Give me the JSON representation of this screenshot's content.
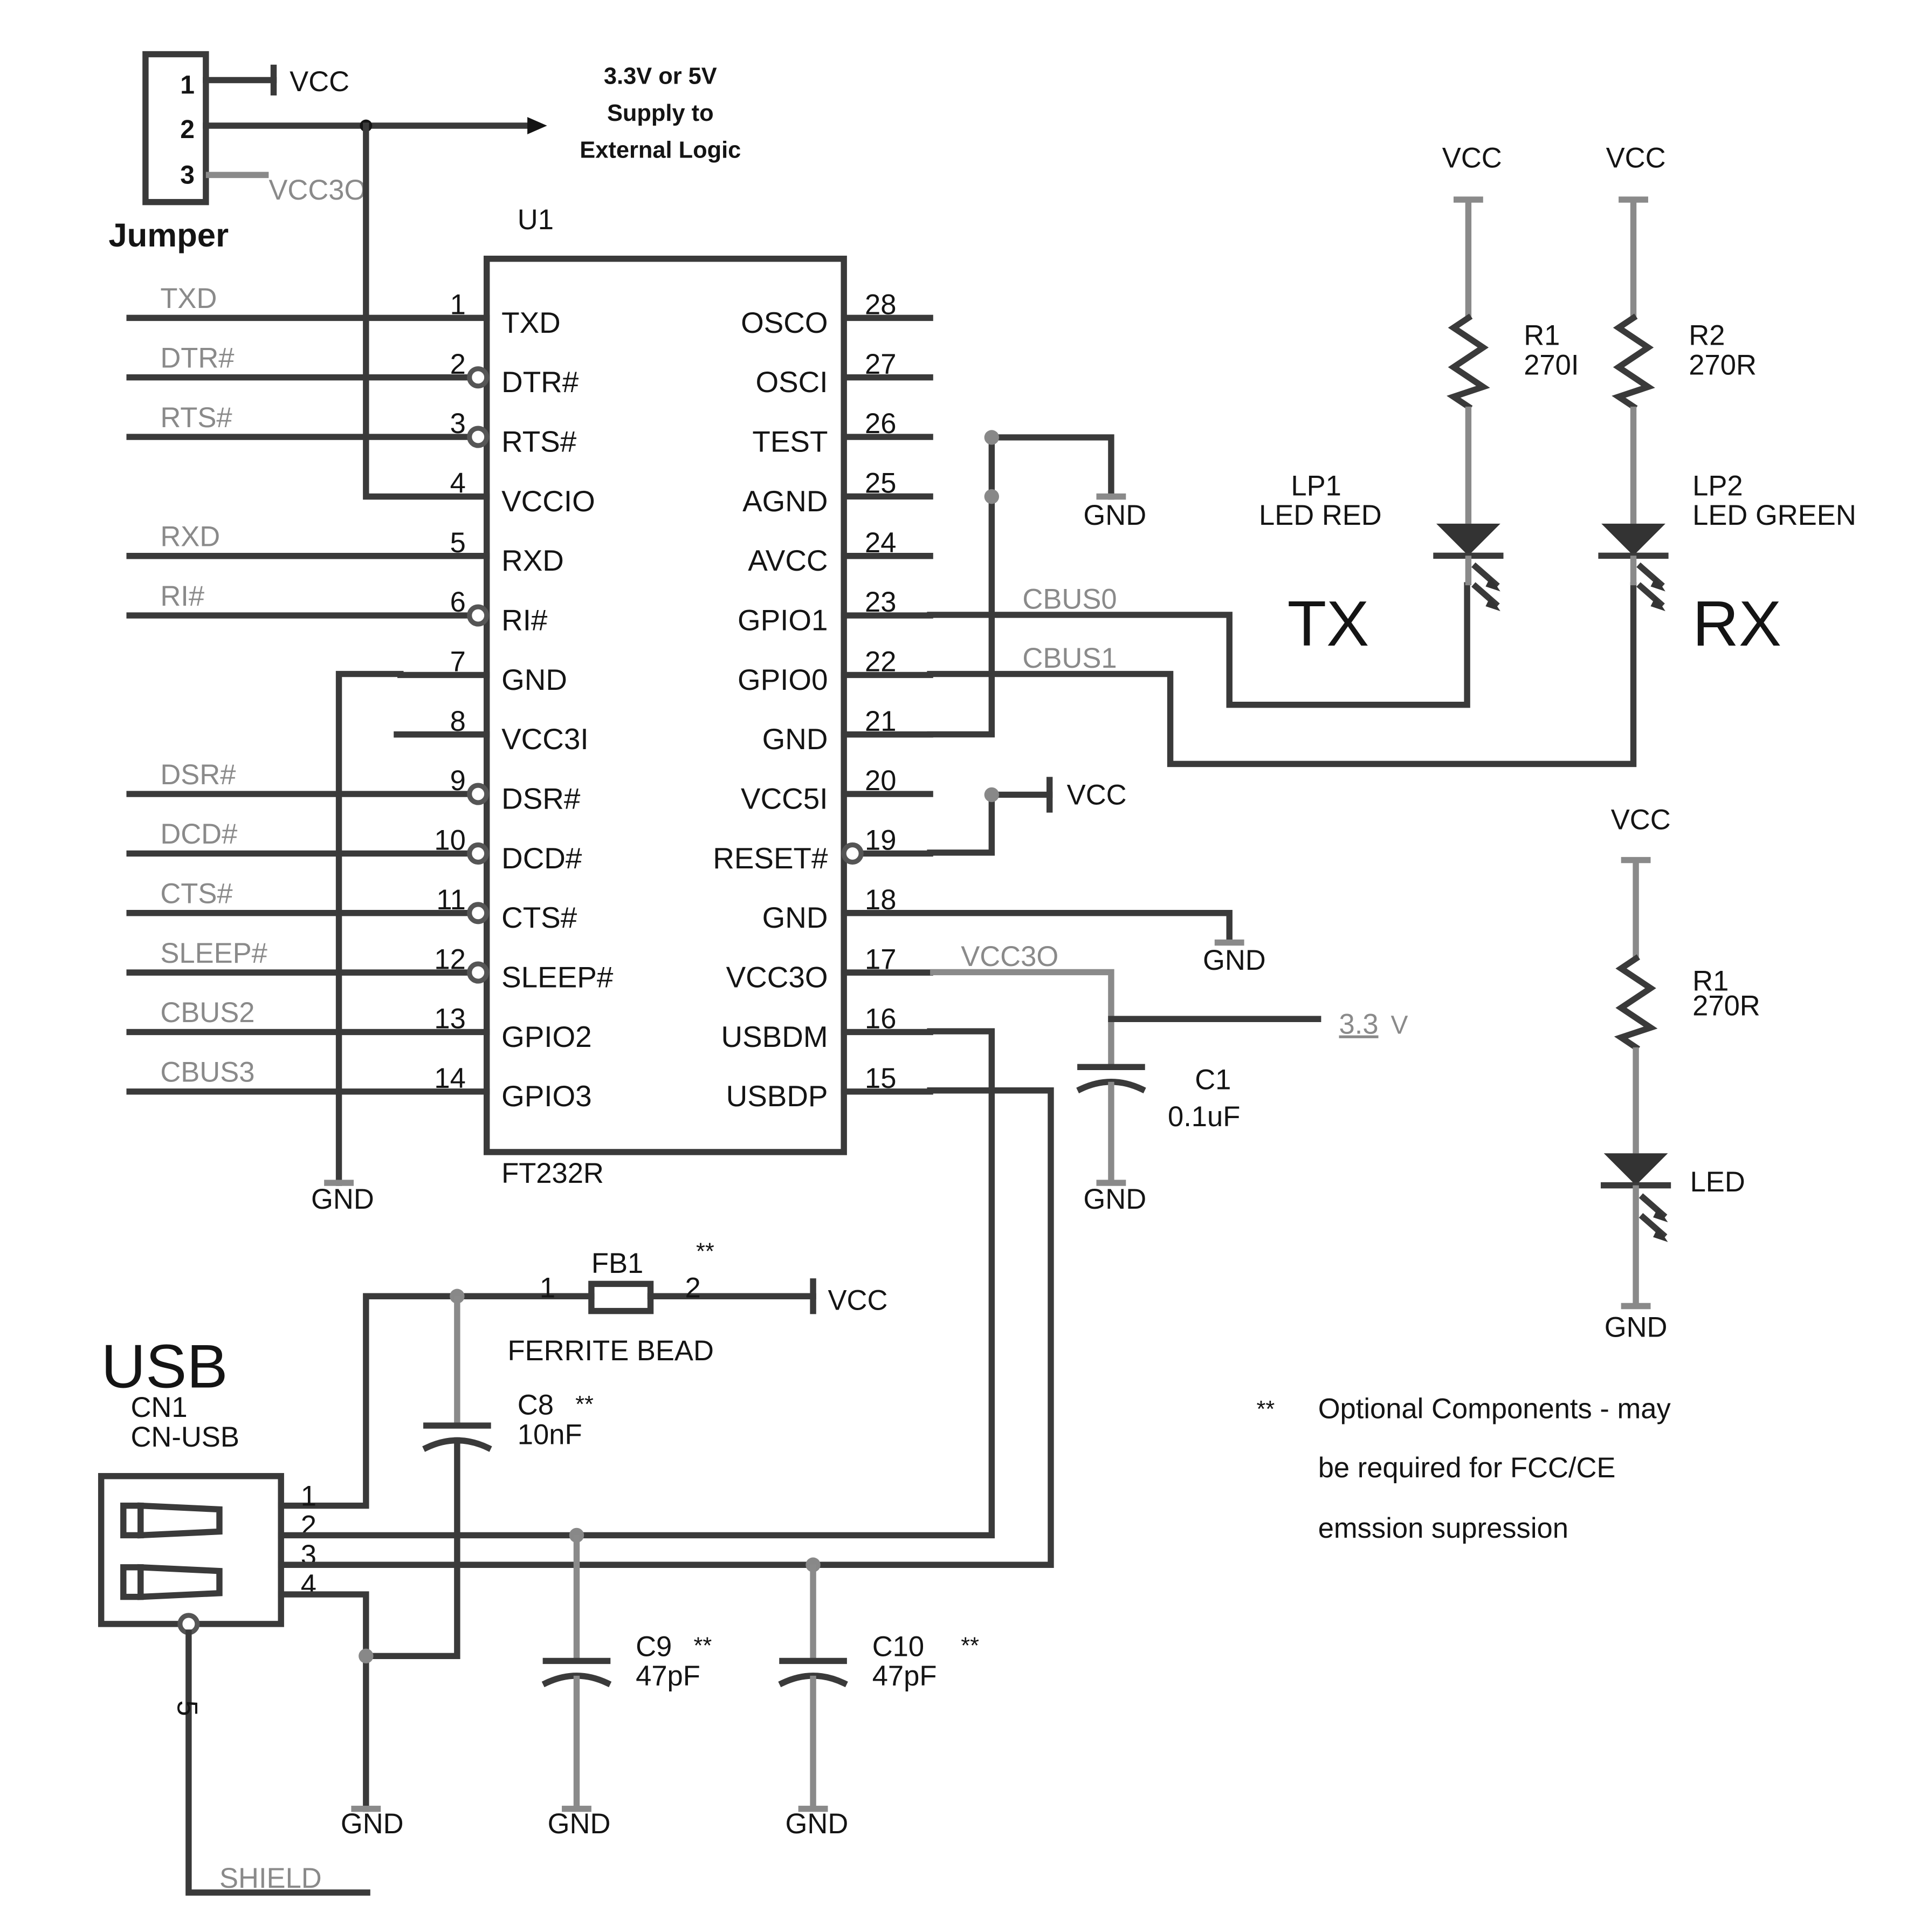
{
  "jumper": {
    "title": "Jumper",
    "pins": [
      "1",
      "2",
      "3"
    ],
    "vcc_label": "VCC",
    "vcc3o_label": "VCC3O",
    "supply_note": [
      "3.3V or 5V",
      "Supply to",
      "External Logic"
    ]
  },
  "ic": {
    "ref": "U1",
    "part": "FT232R",
    "left_pins": [
      {
        "num": "1",
        "name": "TXD",
        "net": "TXD",
        "inverted": false
      },
      {
        "num": "2",
        "name": "DTR#",
        "net": "DTR#",
        "inverted": true
      },
      {
        "num": "3",
        "name": "RTS#",
        "net": "RTS#",
        "inverted": true
      },
      {
        "num": "4",
        "name": "VCCIO",
        "net": "",
        "inverted": false
      },
      {
        "num": "5",
        "name": "RXD",
        "net": "RXD",
        "inverted": false
      },
      {
        "num": "6",
        "name": "RI#",
        "net": "RI#",
        "inverted": true
      },
      {
        "num": "7",
        "name": "GND",
        "net": "",
        "inverted": false
      },
      {
        "num": "8",
        "name": "VCC3I",
        "net": "",
        "inverted": false
      },
      {
        "num": "9",
        "name": "DSR#",
        "net": "DSR#",
        "inverted": true
      },
      {
        "num": "10",
        "name": "DCD#",
        "net": "DCD#",
        "inverted": true
      },
      {
        "num": "11",
        "name": "CTS#",
        "net": "CTS#",
        "inverted": true
      },
      {
        "num": "12",
        "name": "SLEEP#",
        "net": "SLEEP#",
        "inverted": true
      },
      {
        "num": "13",
        "name": "GPIO2",
        "net": "CBUS2",
        "inverted": false
      },
      {
        "num": "14",
        "name": "GPIO3",
        "net": "CBUS3",
        "inverted": false
      }
    ],
    "right_pins": [
      {
        "num": "28",
        "name": "OSCO",
        "inverted": false
      },
      {
        "num": "27",
        "name": "OSCI",
        "inverted": false
      },
      {
        "num": "26",
        "name": "TEST",
        "inverted": false
      },
      {
        "num": "25",
        "name": "AGND",
        "inverted": false
      },
      {
        "num": "24",
        "name": "AVCC",
        "inverted": false
      },
      {
        "num": "23",
        "name": "GPIO1",
        "inverted": false
      },
      {
        "num": "22",
        "name": "GPIO0",
        "inverted": false
      },
      {
        "num": "21",
        "name": "GND",
        "inverted": false
      },
      {
        "num": "20",
        "name": "VCC5I",
        "inverted": false
      },
      {
        "num": "19",
        "name": "RESET#",
        "inverted": true
      },
      {
        "num": "18",
        "name": "GND",
        "inverted": false
      },
      {
        "num": "17",
        "name": "VCC3O",
        "inverted": false
      },
      {
        "num": "16",
        "name": "USBDM",
        "inverted": false
      },
      {
        "num": "15",
        "name": "USBDP",
        "inverted": false
      }
    ]
  },
  "nets": {
    "cbus0": "CBUS0",
    "cbus1": "CBUS1",
    "vcc3o": "VCC3O",
    "v33_num": "3.3",
    "v33_unit": "V",
    "shield": "SHIELD"
  },
  "labels": {
    "vcc": "VCC",
    "gnd": "GND"
  },
  "leds": {
    "tx": {
      "ref": "LP1",
      "desc": "LED RED",
      "r_ref": "R1",
      "r_val": "270I",
      "big": "TX"
    },
    "rx": {
      "ref": "LP2",
      "desc": "LED GREEN",
      "r_ref": "R2",
      "r_val": "270R",
      "big": "RX"
    },
    "third": {
      "r_ref": "R1",
      "r_val": "270R",
      "label": "LED"
    }
  },
  "caps": {
    "c1": {
      "ref": "C1",
      "val": "0.1uF"
    },
    "c8": {
      "ref": "C8",
      "val": "10nF",
      "mark": "**"
    },
    "c9": {
      "ref": "C9",
      "val": "47pF",
      "mark": "**"
    },
    "c10": {
      "ref": "C10",
      "val": "47pF",
      "mark": "**"
    }
  },
  "ferrite": {
    "ref": "FB1",
    "desc": "FERRITE BEAD",
    "pin1": "1",
    "pin2": "2",
    "mark": "**"
  },
  "usb": {
    "title": "USB",
    "ref": "CN1",
    "part": "CN-USB",
    "pins": [
      "1",
      "2",
      "3",
      "4"
    ],
    "shield_pin": "5"
  },
  "note": {
    "mark": "**",
    "lines": [
      "Optional Components - may",
      "be required for FCC/CE",
      "emssion supression"
    ]
  }
}
